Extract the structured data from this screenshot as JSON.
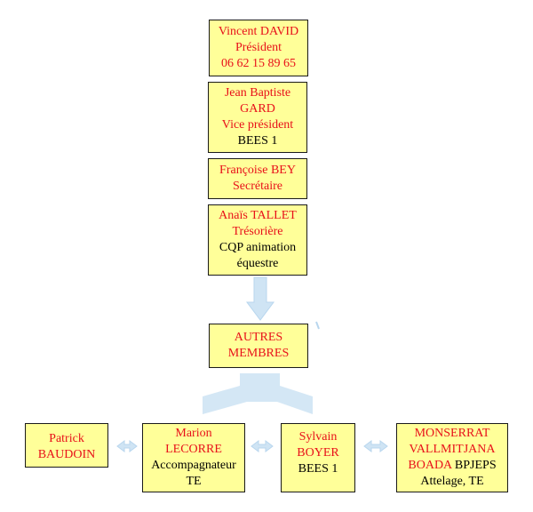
{
  "nodes": {
    "president": {
      "name": "Vincent DAVID",
      "role": "Président",
      "phone": "06 62 15 89 65"
    },
    "vice": {
      "name1": "Jean Baptiste",
      "name2": "GARD",
      "role": "Vice président",
      "qual": "BEES 1"
    },
    "secretaire": {
      "name": "Françoise BEY",
      "role": "Secrétaire"
    },
    "tresoriere": {
      "name": "Anaïs TALLET",
      "role": "Trésorière",
      "qual1": "CQP animation",
      "qual2": "équestre"
    },
    "autres": {
      "line1": "AUTRES",
      "line2": "MEMBRES"
    },
    "patrick": {
      "line1": "Patrick",
      "line2": "BAUDOIN"
    },
    "marion": {
      "line1": "Marion",
      "line2": "LECORRE",
      "qual1": "Accompagnateur",
      "qual2": "TE"
    },
    "sylvain": {
      "line1": "Sylvain",
      "line2": "BOYER",
      "qual": "BEES 1"
    },
    "monserrat": {
      "line1": "MONSERRAT",
      "line2": "VALLMITJANA",
      "line3": "BOADA",
      "qual_inline": "BPJEPS",
      "qual2": "Attelage, TE"
    }
  },
  "colors": {
    "box_fill": "#ffff99",
    "border": "#1a1a1a",
    "title_text": "#e8101a",
    "body_text": "#000000",
    "arrow": "#cfe4f4"
  }
}
